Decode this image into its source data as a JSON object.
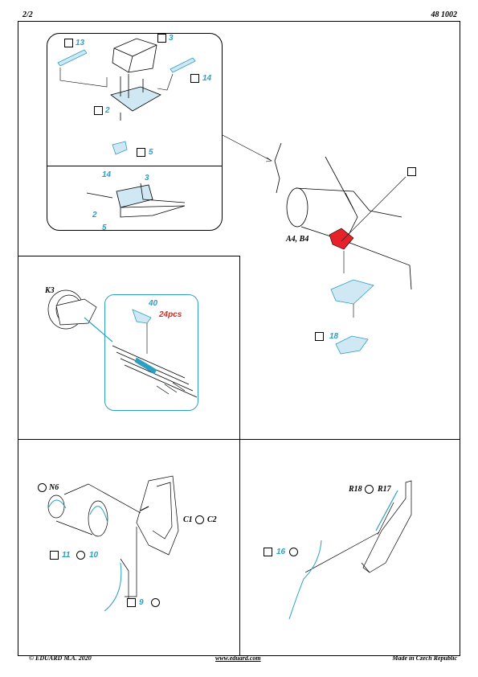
{
  "header": {
    "page_number": "2/2",
    "product_code": "48 1002"
  },
  "footer": {
    "copyright": "© EDUARD  M.A. 2020",
    "website": "www.eduard.com",
    "origin": "Made in Czech Republic"
  },
  "colors": {
    "part_blue": "#2b9fc4",
    "photo_etch_fill": "#cfe8f3",
    "paint_red": "#e8202a",
    "note_red": "#d62b20"
  },
  "icons": {
    "fold": "fold-arrow-icon",
    "anneal": "anneal-icon",
    "glue": "glue-icon",
    "remove": "remove-part-icon"
  },
  "panel_a": {
    "labels": {
      "p13": "13",
      "p3": "3",
      "p14": "14",
      "p2": "2",
      "p5": "5"
    },
    "detail_labels": {
      "p14": "14",
      "p3": "3",
      "p2": "2",
      "p5": "5"
    }
  },
  "aircraft": {
    "ref_a4b4": "A4, B4",
    "p18": "18"
  },
  "panel_b": {
    "ref_k3": "K3",
    "p40": "40",
    "qty": "24pcs"
  },
  "panel_c": {
    "ref_n6": "N6",
    "ref_c1": "C1",
    "ref_c2": "C2",
    "p11": "11",
    "p10": "10",
    "p9": "9"
  },
  "panel_d": {
    "ref_r18": "R18",
    "ref_r17": "R17",
    "p16": "16"
  }
}
